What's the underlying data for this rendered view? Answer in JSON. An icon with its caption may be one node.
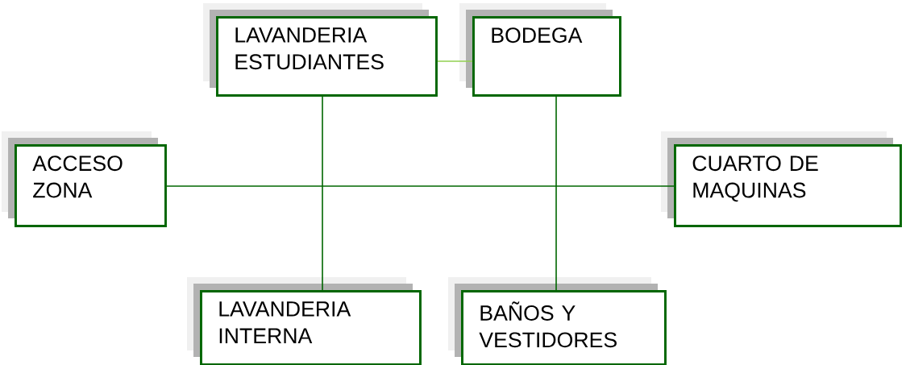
{
  "diagram": {
    "nodes": [
      {
        "text": [
          "LAVANDERIA ESTUDIANTES"
        ]
      },
      {
        "text": [
          "BODEGA"
        ]
      },
      {
        "text": [
          "ACCESO ZONA"
        ]
      },
      {
        "text": [
          "CUARTO DE MAQUINAS"
        ]
      },
      {
        "text": [
          "LAVANDERIA INTERNA"
        ]
      },
      {
        "text": [
          "BAÑOS Y VESTIDORES"
        ]
      }
    ],
    "edges": [
      {
        "from": 0,
        "to": 1,
        "arrow": "none",
        "color": "#92d050"
      },
      {
        "from": 0,
        "to": 4,
        "arrow": "none"
      },
      {
        "from": 1,
        "to": 5,
        "arrow": "none"
      },
      {
        "from": 2,
        "to": 3,
        "arrow": "none"
      }
    ]
  }
}
